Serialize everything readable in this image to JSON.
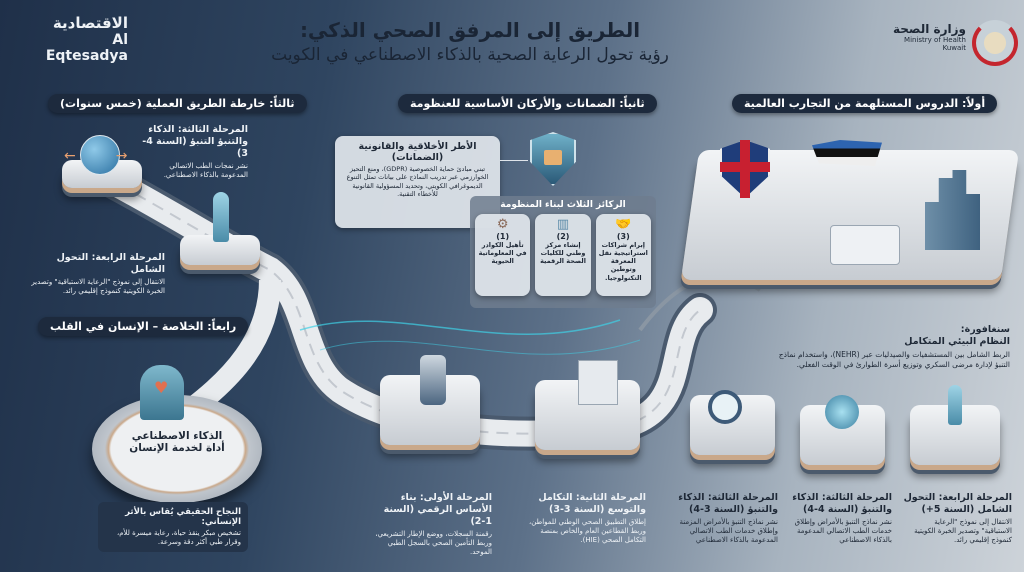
{
  "brand": {
    "name_ar": "الاقتصادية",
    "name_en": "Al Eqtesadya"
  },
  "ministry": {
    "name_ar": "وزارة الصحة",
    "name_en_1": "Ministry of Health",
    "name_en_2": "Kuwait"
  },
  "header": {
    "title": "الطريق إلى المرفق الصحي الذكي:",
    "subtitle": "رؤية تحول الرعاية الصحية بالذكاء الاصطناعي في الكويت"
  },
  "sections": {
    "first": "أولاً: الدروس المستلهمة من التجارب العالمية",
    "second": "ثانياً: الضمانات والأركان الأساسية للعنظومة",
    "third": "ثالثاً: خارطة الطريق العملية (خمس سنوات)",
    "fourth": "رابعاً: الخلاصة – الإنسان في القلب"
  },
  "left_phases": {
    "p3_title": "المرحلة الثالثة: الذكاء والتنبؤ التنبؤ (السنة 4-3)",
    "p3_desc": "نشر نمجات الطب الاتصالي المدعومة بالذكاء الاصطناعي.",
    "p4_title": "المرحلة الرابعة: التحول الشامل",
    "p4_desc": "الانتقال إلى نموذج \"الرعاية الاستباقية\" وتصدير الخبرة الكويتية كنموذج إقليمي رائد."
  },
  "conclusion": {
    "center_1": "الذكاء الاصطناعي",
    "center_2": "أداة لخدمة الإنسان",
    "callout_title": "النجاح الحقيقي يُقاس بالأثر الإنساني:",
    "callout_desc": "تشخيص مبكر ينقذ حياة، رعاية ميسرة للأم، وقرار طبي أكثر دقة وسرعة."
  },
  "ethics": {
    "title": "الأطر الأخلاقية والقانونية (الضمانات)",
    "desc": "تبني مبادئ حماية الخصوصية (GDPR)، ومنع التحيز الخوارزمي عبر تدريب النماذج على بيانات تمثل التنوع الديموغرافي الكويتي، وتحديد المسؤولية القانونية للأخطاء التقنية."
  },
  "pillars": {
    "title": "الركائز الثلاث لبناء المنظومة",
    "items": [
      {
        "num": "(3)",
        "label": "إبرام شراكات استراتيجية نقل المعرفة وتوطين التكنولوجيا."
      },
      {
        "num": "(2)",
        "label": "إنشاء مركز وطني للكليات الصحة الرقمية"
      },
      {
        "num": "(1)",
        "label": "تأهيل الكوادر في المعلوماتية الحيوية"
      }
    ]
  },
  "singapore": {
    "title_1": "سنغافورة:",
    "title_2": "النظام البيئي المتكامل",
    "desc": "الربط الشامل بين المستشفيات والصيدليات عبر (NEHR)، واستخدام نماذج التنبؤ لإدارة مرضى السكري وتوزيع أسرة الطوارئ في الوقت الفعلي."
  },
  "bottom_phases": [
    {
      "title": "المرحلة الرابعة: التحول الشامل (السنة 5+)",
      "desc": "الانتقال إلى نموذج \"الرعاية الاستباقية\" وتصدير الخبرة الكويتية كنموذج إقليمي رائد."
    },
    {
      "title": "المرحلة الثالثة: الذكاء والتنبؤ (السنة 4-4)",
      "desc": "نشر نماذج التنبؤ بالأمراض وإطلاق خدمات الطب الاتصالي المدعومة بالذكاء الاصطناعي"
    },
    {
      "title": "المرحلة الثالثة: الذكاء والتنبؤ (السنة 3-4)",
      "desc": "نشر نماذج التنبؤ بالأمراض المزمنة وإطلاق خدمات الطب الاتصالي المدعومة بالذكاء الاصطناعي"
    },
    {
      "title": "المرحلة الثانية: التكامل والتوسع (السنة 3-3)",
      "desc": "إطلاق التطبيق الصحي الوطني للمواطن، وربط القطاعين العام والخاص بمنصة التكامل الصحي (HIE)."
    },
    {
      "title": "المرحلة الأولى: بناء الأساس الرقمي (السنة 1-2)",
      "desc": "رقمنة السجلات، ووضع الإطار التشريعي، وربط التأمين الصحي بالسجل الطبي الموحد."
    }
  ],
  "colors": {
    "navy": "#1d2a3d",
    "accent": "#3fd0e6",
    "copper": "#c9a88a"
  }
}
